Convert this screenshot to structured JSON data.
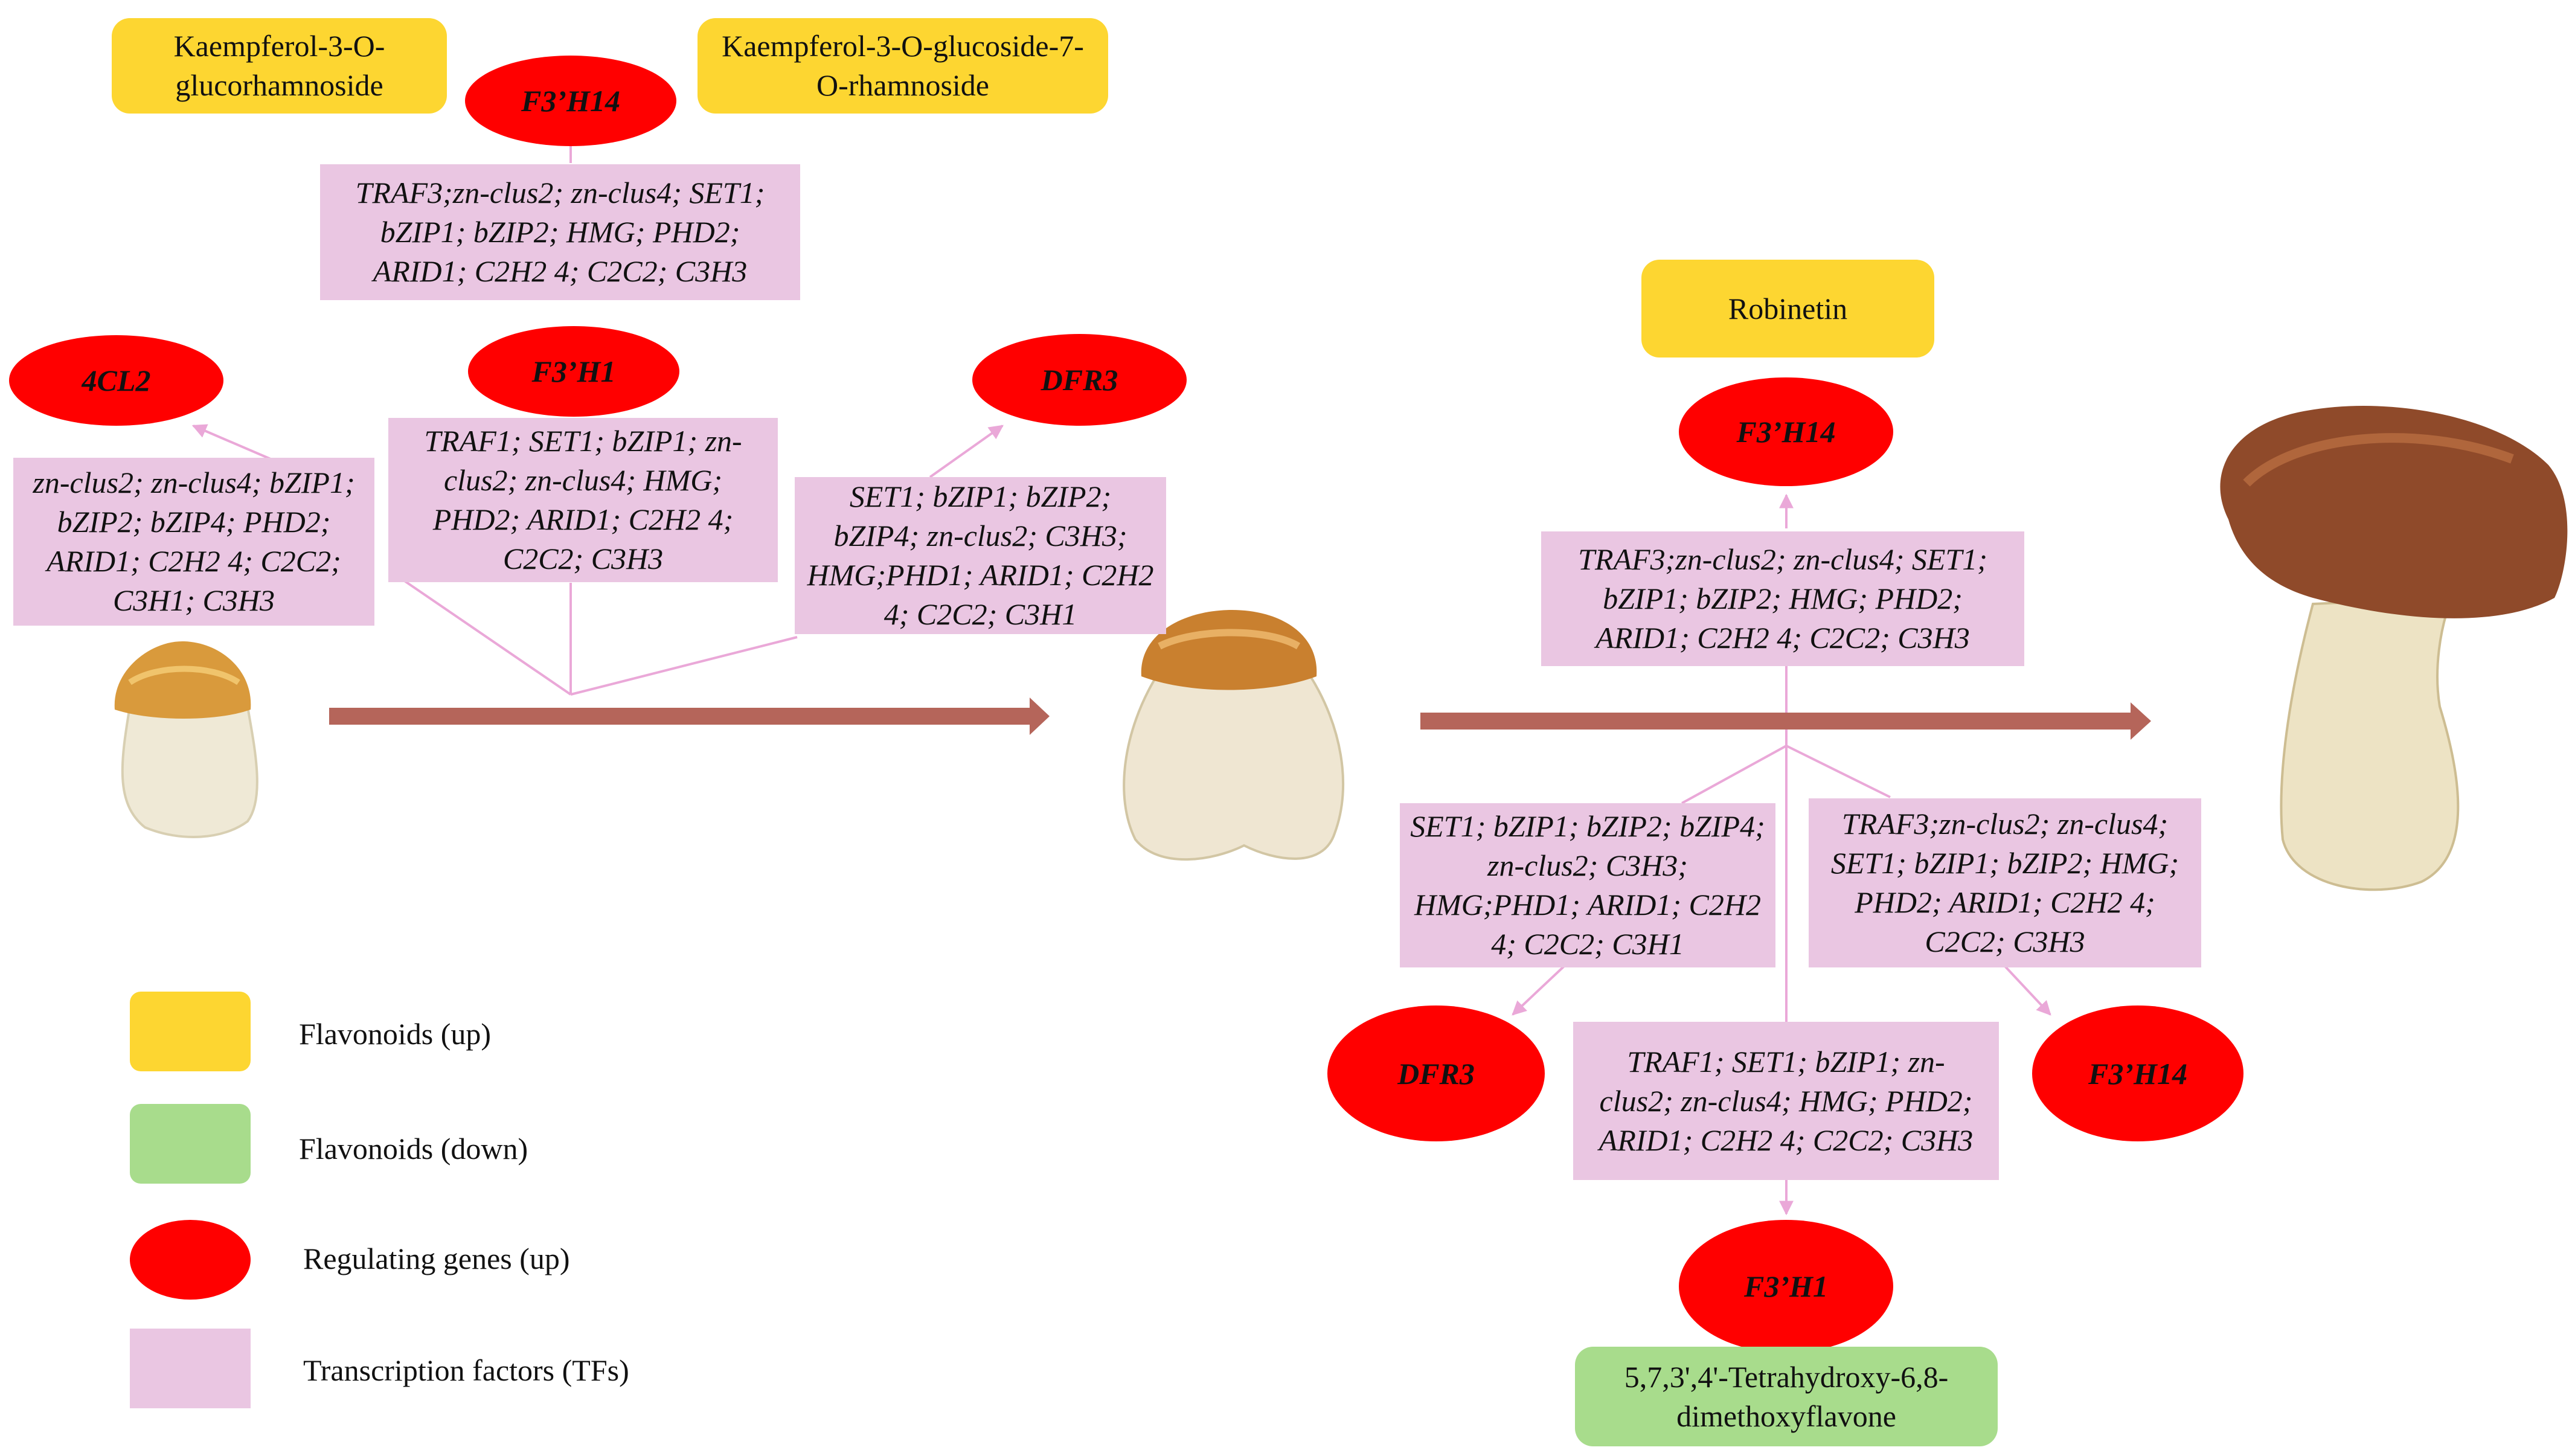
{
  "colors": {
    "flavonoid_up": "#fdd631",
    "flavonoid_down": "#a8dc8c",
    "gene_up": "#ff0000",
    "tf": "#eac6e2",
    "stage_arrow": "#b5655a",
    "connector": "#eaa8d8"
  },
  "stage1": {
    "flavonoids": {
      "kaempferol_glucorhamnoside": "Kaempferol-3-O-glucorhamnoside",
      "kaempferol_glucoside_rhamnoside": "Kaempferol-3-O-glucoside-7-O-rhamnoside"
    },
    "genes": {
      "f3h14": "F3’H14",
      "f3h1": "F3’H1",
      "fourcl2": "4CL2",
      "dfr3": "DFR3"
    },
    "tfs": {
      "f3h14": "TRAF3;zn-clus2; zn-clus4; SET1; bZIP1; bZIP2; HMG; PHD2; ARID1; C2H2 4; C2C2; C3H3",
      "fourcl2": "zn-clus2; zn-clus4; bZIP1; bZIP2; bZIP4; PHD2; ARID1; C2H2 4; C2C2; C3H1; C3H3",
      "f3h1": "TRAF1; SET1; bZIP1; zn-clus2; zn-clus4; HMG; PHD2; ARID1; C2H2 4; C2C2; C3H3",
      "dfr3": "SET1; bZIP1; bZIP2; bZIP4; zn-clus2; C3H3; HMG;PHD1; ARID1; C2H2 4; C2C2; C3H1"
    }
  },
  "stage2": {
    "flavonoids": {
      "robinetin": "Robinetin",
      "tetrahydroxy": "5,7,3',4'-Tetrahydroxy-6,8-dimethoxyflavone"
    },
    "genes": {
      "f3h14_top": "F3’H14",
      "dfr3": "DFR3",
      "f3h14_right": "F3’H14",
      "f3h1": "F3’H1"
    },
    "tfs": {
      "f3h14_top": "TRAF3;zn-clus2; zn-clus4; SET1; bZIP1; bZIP2; HMG; PHD2; ARID1; C2H2 4; C2C2; C3H3",
      "dfr3": "SET1; bZIP1; bZIP2; bZIP4; zn-clus2; C3H3; HMG;PHD1; ARID1; C2H2 4; C2C2; C3H1",
      "f3h14_right": "TRAF3;zn-clus2; zn-clus4; SET1;  bZIP1; bZIP2; HMG; PHD2; ARID1; C2H2 4; C2C2; C3H3",
      "f3h1": "TRAF1; SET1; bZIP1; zn-clus2; zn-clus4; HMG; PHD2; ARID1; C2H2 4; C2C2; C3H3"
    }
  },
  "legend": [
    {
      "label": "Flavonoids (up)",
      "color": "#fdd631",
      "shape": "rounded-rect"
    },
    {
      "label": "Flavonoids (down)",
      "color": "#a8dc8c",
      "shape": "rounded-rect"
    },
    {
      "label": "Regulating genes (up)",
      "color": "#ff0000",
      "shape": "ellipse"
    },
    {
      "label": "Transcription factors (TFs)",
      "color": "#eac6e2",
      "shape": "rect"
    }
  ]
}
